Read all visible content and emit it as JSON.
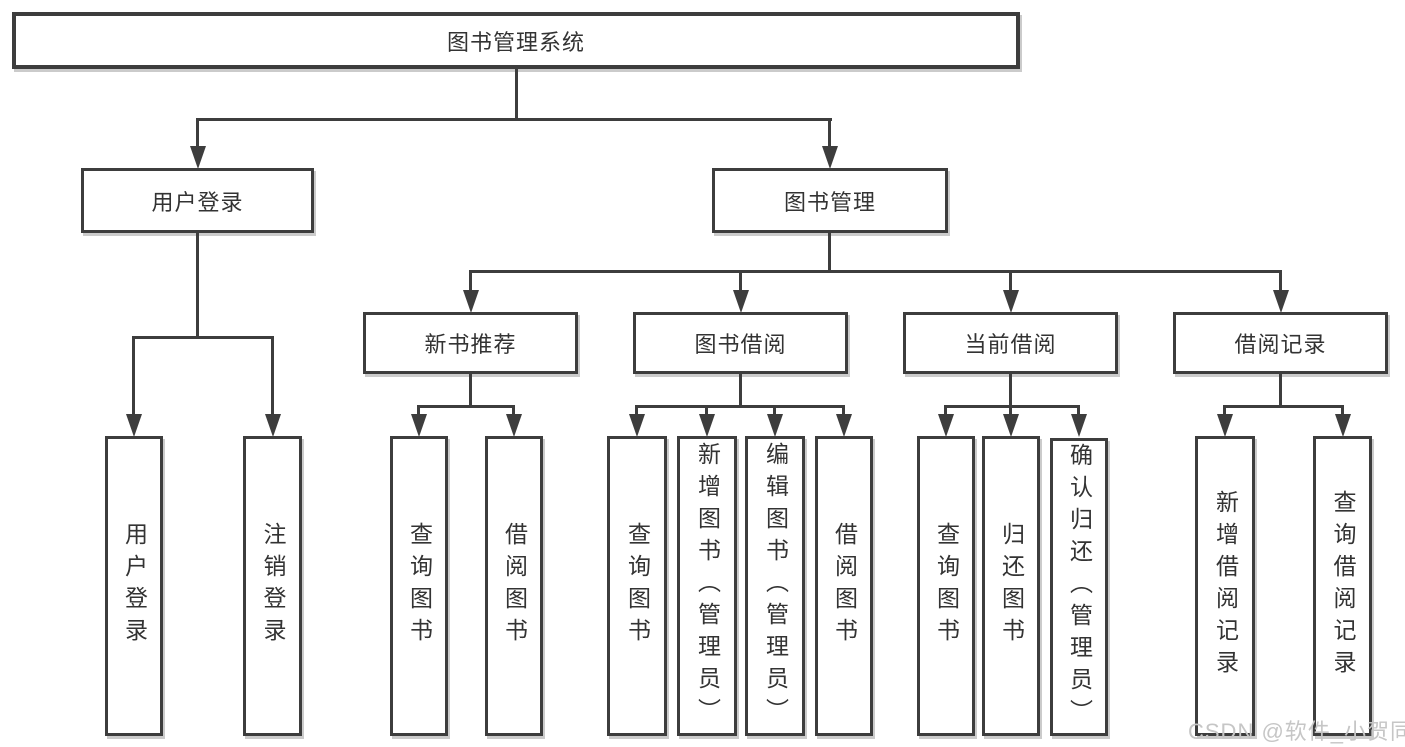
{
  "tree": {
    "root": {
      "label": "图书管理系统"
    },
    "branches": [
      {
        "label": "用户登录",
        "children": [
          {
            "label": "用户登录"
          },
          {
            "label": "注销登录"
          }
        ]
      },
      {
        "label": "图书管理",
        "groups": [
          {
            "label": "新书推荐",
            "children": [
              {
                "label": "查询图书"
              },
              {
                "label": "借阅图书"
              }
            ]
          },
          {
            "label": "图书借阅",
            "children": [
              {
                "label": "查询图书"
              },
              {
                "label": "新增图书（管理员）"
              },
              {
                "label": "编辑图书（管理员）"
              },
              {
                "label": "借阅图书"
              }
            ]
          },
          {
            "label": "当前借阅",
            "children": [
              {
                "label": "查询图书"
              },
              {
                "label": "归还图书"
              },
              {
                "label": "确认归还（管理员）"
              }
            ]
          },
          {
            "label": "借阅记录",
            "children": [
              {
                "label": "新增借阅记录"
              },
              {
                "label": "查询借阅记录"
              }
            ]
          }
        ]
      }
    ]
  },
  "watermark": {
    "text": "CSDN @软件_小贺同学"
  },
  "colors": {
    "line": "#3d3d3d",
    "text": "#333333",
    "box_background": "#ffffff",
    "box_shadow": "#a0a0a0",
    "watermark": "#c6c6c6",
    "background": "#ffffff"
  }
}
